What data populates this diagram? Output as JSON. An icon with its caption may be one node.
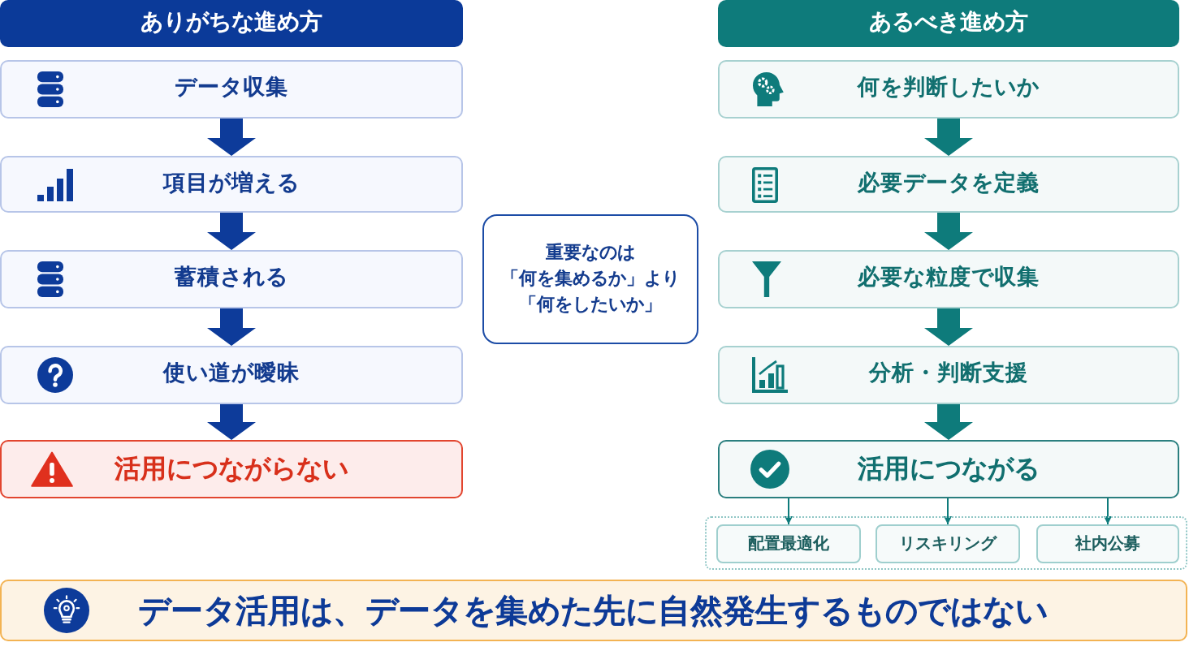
{
  "diagram": {
    "nodes": [
      {
        "text": [
          "ありがちな進め方"
        ]
      },
      {
        "text": [
          "データ収集"
        ]
      },
      {
        "text": [
          "項目が増える"
        ]
      },
      {
        "text": [
          "蓄積される"
        ]
      },
      {
        "text": [
          "使い道が曖昧"
        ]
      },
      {
        "text": [
          "活用につながらない"
        ]
      },
      {
        "text": [
          "重要なのは「何を集めるか」より「何をしたいか」"
        ]
      },
      {
        "text": [
          "あるべき進め方"
        ]
      },
      {
        "text": [
          "何を判断したいか"
        ]
      },
      {
        "text": [
          "必要データを定義"
        ]
      },
      {
        "text": [
          "必要な粒度で収集"
        ]
      },
      {
        "text": [
          "分析・判断支援"
        ]
      },
      {
        "text": [
          "活用につながる"
        ]
      },
      {
        "text": [],
        "shape": "box"
      },
      {
        "text": [
          "配置最適化"
        ],
        "in": 13
      },
      {
        "text": [
          "リスキリング"
        ],
        "in": 13
      },
      {
        "text": [
          "社内公募"
        ],
        "in": 13
      },
      {
        "text": [
          "データ活用は、データを集めた先に自然発生するものではない"
        ]
      }
    ],
    "edges": [
      {
        "from": 1,
        "to": 2,
        "arrow": "to",
        "style": "thick",
        "color": "#0d3b9a"
      },
      {
        "from": 2,
        "to": 3,
        "arrow": "to",
        "style": "thick",
        "color": "#0d3b9a"
      },
      {
        "from": 3,
        "to": 4,
        "arrow": "to",
        "style": "thick",
        "color": "#0d3b9a"
      },
      {
        "from": 4,
        "to": 5,
        "arrow": "to",
        "style": "thick",
        "color": "#0d3b9a"
      },
      {
        "from": 8,
        "to": 9,
        "arrow": "to",
        "style": "thick"
      },
      {
        "from": 9,
        "to": 10,
        "arrow": "to",
        "style": "thick"
      },
      {
        "from": 10,
        "to": 11,
        "arrow": "to",
        "style": "thick"
      },
      {
        "from": 11,
        "to": 12,
        "arrow": "to",
        "style": "thick"
      },
      {
        "from": 12,
        "to": 14,
        "arrow": "to"
      },
      {
        "from": 12,
        "to": 15,
        "arrow": "to"
      },
      {
        "from": 12,
        "to": 16,
        "arrow": "to"
      }
    ]
  }
}
